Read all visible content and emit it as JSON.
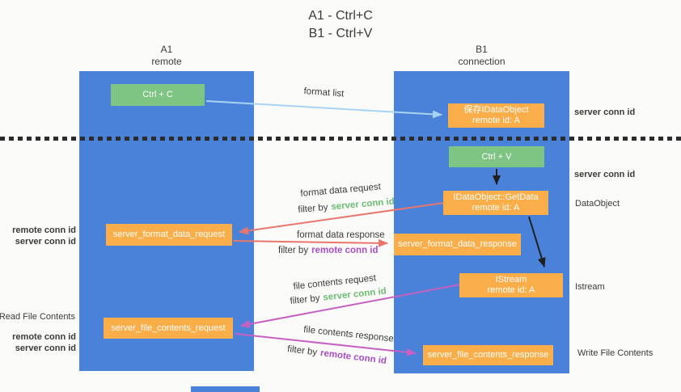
{
  "title": {
    "line1": "A1 - Ctrl+C",
    "line2": "B1 - Ctrl+V"
  },
  "columns": {
    "left": {
      "header_line1": "A1",
      "header_line2": "remote"
    },
    "right": {
      "header_line1": "B1",
      "header_line2": "connection"
    }
  },
  "boxes": {
    "ctrl_c": {
      "label": "Ctrl + C"
    },
    "save_idataobject": {
      "line1": "保存IDataObject",
      "line2": "remote id: A"
    },
    "ctrl_v": {
      "label": "Ctrl + V"
    },
    "getdata": {
      "line1": "IDataObject::GetData",
      "line2": "remote id: A"
    },
    "format_request": {
      "label": "server_format_data_request"
    },
    "format_response": {
      "label": "server_format_data_response"
    },
    "istream": {
      "line1": "IStream",
      "line2": "remote id: A"
    },
    "file_request": {
      "label": "server_file_contents_request"
    },
    "file_response": {
      "label": "server_file_contents_response"
    }
  },
  "flow_labels": {
    "format_list": "format list",
    "format_data_request": "format data request",
    "format_data_response": "format data response",
    "file_contents_request": "file contents request",
    "file_contents_response": "file contents response",
    "filter_by": "filter by",
    "server_conn_id": "server conn id",
    "remote_conn_id": "remote conn id"
  },
  "annotations": {
    "right_server_conn_id_top": "server conn id",
    "right_server_conn_id_mid": "server conn id",
    "dataobject": "DataObject",
    "istream": "Istream",
    "write_file_contents": "Write File Contents",
    "read_file_contents": "Read File Contents",
    "left_remote_conn_id_top": "remote conn id",
    "left_server_conn_id_top": "server conn id",
    "left_remote_conn_id_bottom": "remote conn id",
    "left_server_conn_id_bottom": "server conn id"
  },
  "colors": {
    "column_blue": "#4a82d9",
    "green_box": "#7ec583",
    "orange_box": "#f9ae49",
    "green_text": "#6dbe70",
    "purple_text": "#a94fc5",
    "red_arrow": "#e8766c",
    "magenta_arrow": "#c661c3",
    "light_blue_arrow": "#a9d3f2",
    "black_arrow": "#1f1f1f"
  }
}
